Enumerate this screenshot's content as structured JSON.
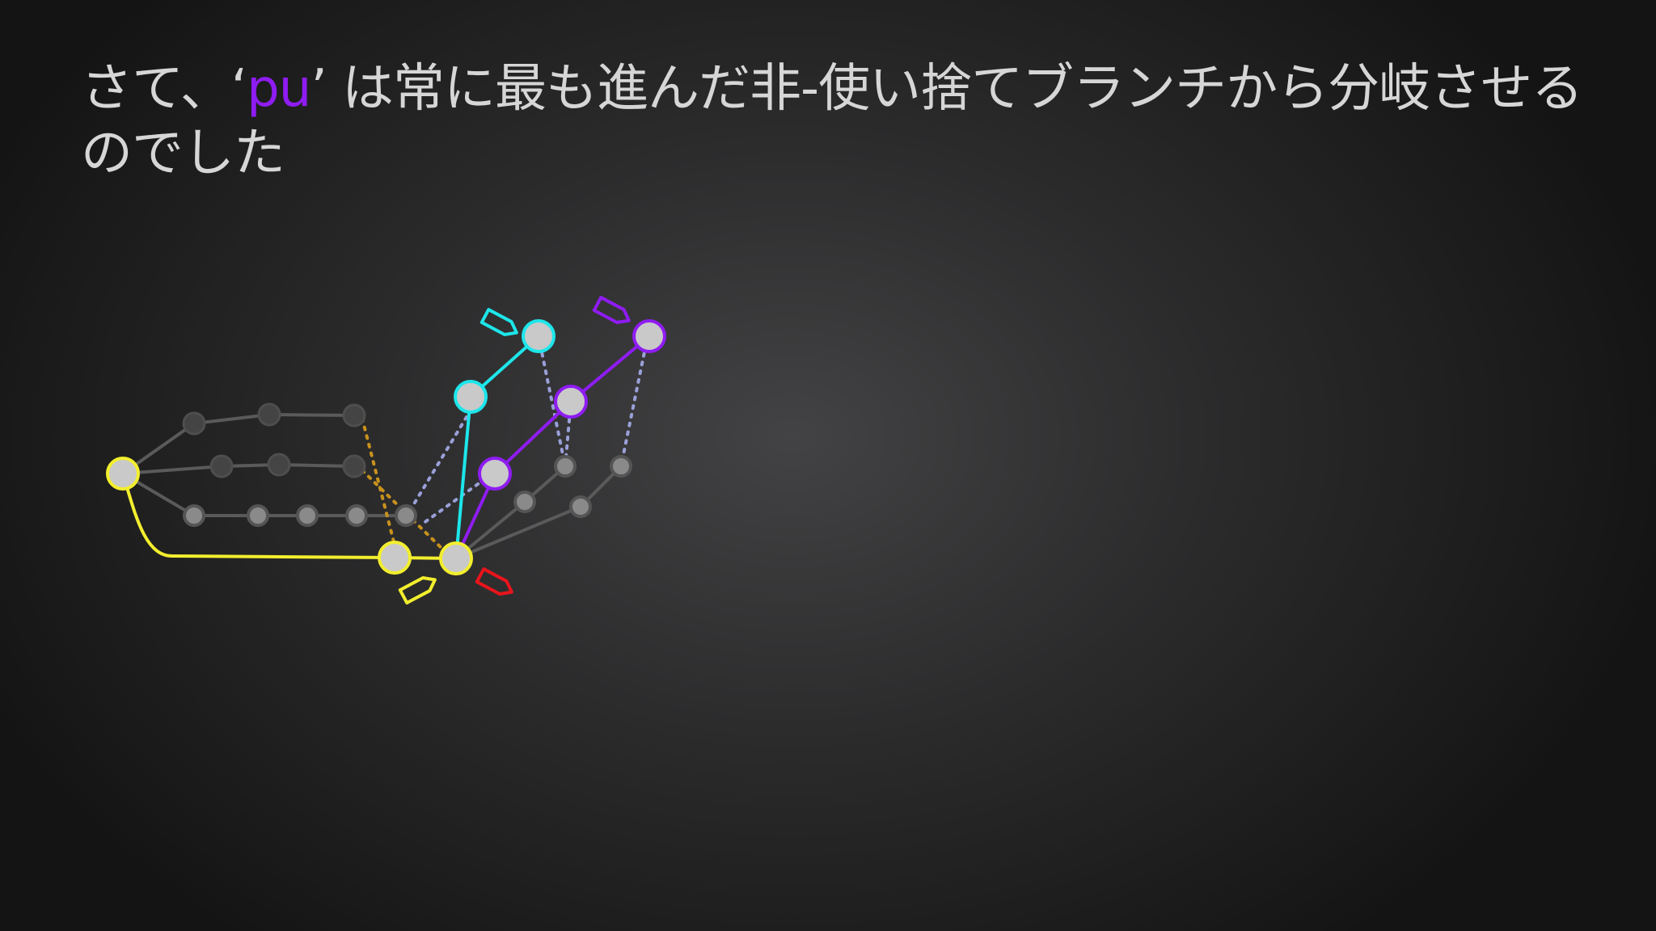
{
  "slide": {
    "title_before": "さて、‘",
    "title_highlight": "pu",
    "title_after": "’ は常に最も進んだ非-使い捨てブランチから分岐させるのでした"
  },
  "colors": {
    "background": "#2c2c2d",
    "title_text": "#d6d6d6",
    "highlight": "#8f1cf2",
    "yellow_branch": "#f2ee2e",
    "cyan_branch": "#1de6ea",
    "purple_branch": "#8f1cf2",
    "red_marker": "#e8141c",
    "commit_fill": "#c9c9c9",
    "inactive": "#5a5a5a",
    "dotted_orange": "#c8921c",
    "dotted_lavender": "#9aa0d8"
  },
  "icons": {
    "branch_marker": "tag-icon",
    "commit": "commit-node"
  }
}
